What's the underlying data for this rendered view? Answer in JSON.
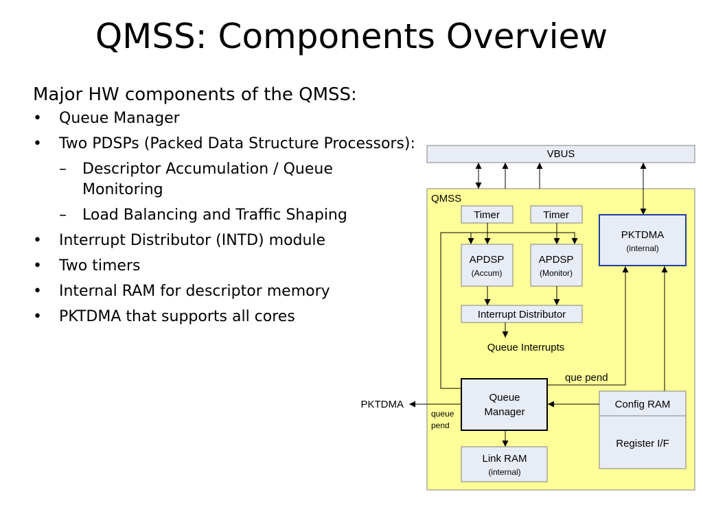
{
  "title": "QMSS: Components Overview",
  "intro": "Major HW components of the QMSS:",
  "bullet_symbol": "•",
  "sub_bullet_symbol": "–",
  "bullets": [
    {
      "text": "Queue Manager"
    },
    {
      "text": "Two PDSPs (Packed Data Structure Processors):",
      "sub": [
        "Descriptor Accumulation / Queue Monitoring",
        "Load Balancing and Traffic Shaping"
      ]
    },
    {
      "text": "Interrupt Distributor (INTD) module"
    },
    {
      "text": "Two timers"
    },
    {
      "text": "Internal RAM for descriptor memory"
    },
    {
      "text": "PKTDMA that supports all cores"
    }
  ],
  "diagram": {
    "vbus": "VBUS",
    "qmss": "QMSS",
    "timer1": "Timer",
    "timer2": "Timer",
    "apdsp1": {
      "name": "APDSP",
      "sub": "(Accum)"
    },
    "apdsp2": {
      "name": "APDSP",
      "sub": "(Monitor)"
    },
    "pktdma_box": {
      "name": "PKTDMA",
      "sub": "(internal)"
    },
    "interrupt_distributor": "Interrupt Distributor",
    "queue_interrupts": "Queue Interrupts",
    "que_pend": "que pend",
    "queue_manager": [
      "Queue",
      "Manager"
    ],
    "config_ram": "Config RAM",
    "register_if": "Register I/F",
    "link_ram": {
      "name": "Link RAM",
      "sub": "(internal)"
    },
    "pktdma_out": "PKTDMA",
    "queue_pend_small": [
      "queue",
      "pend"
    ],
    "colors": {
      "qmss_fill": "#ffff99",
      "box_fill": "#e8ecf5",
      "pktdma_border": "#1f3f9f",
      "line": "#404040"
    }
  }
}
